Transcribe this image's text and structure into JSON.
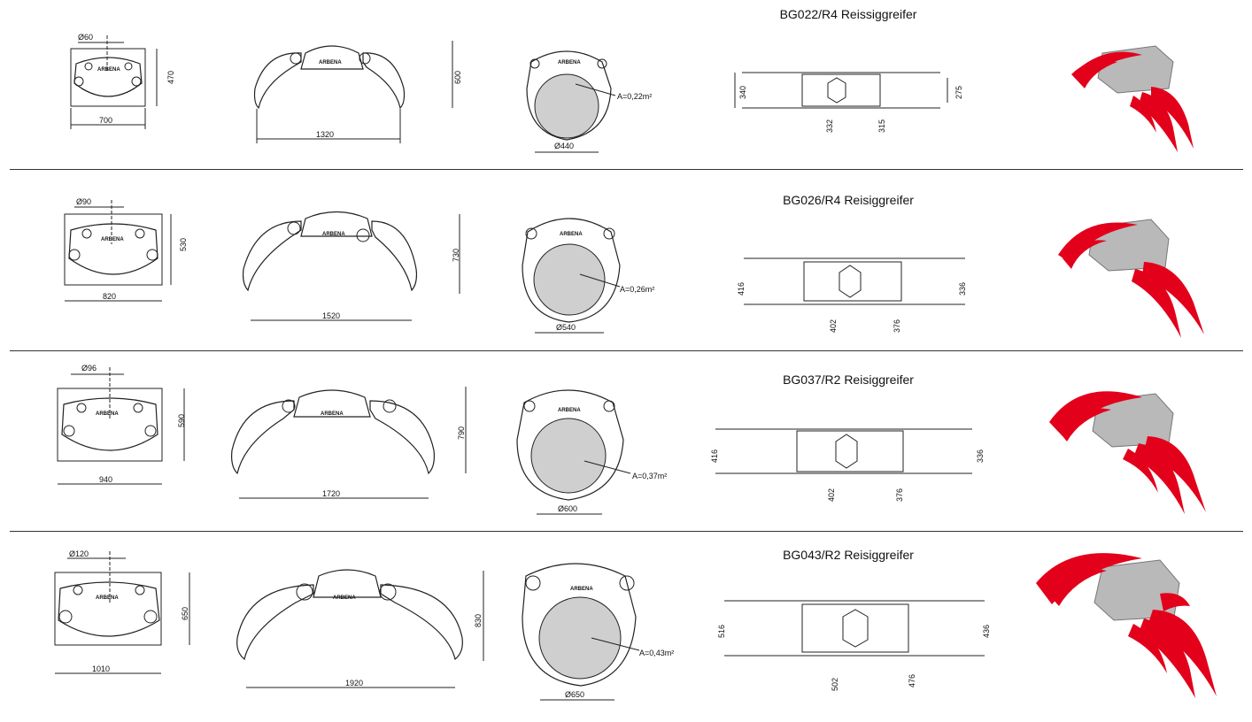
{
  "rows": [
    {
      "title": "BG022/R4 Reissiggreifer",
      "front": {
        "pin": "Ø60",
        "width": "700",
        "height": "470"
      },
      "side": {
        "span": "1320",
        "height": "600"
      },
      "opening": {
        "area": "A=0,22m²",
        "diameter": "Ø440"
      },
      "top": {
        "a": "340",
        "b": "275",
        "c": "332",
        "d": "315"
      }
    },
    {
      "title": "BG026/R4 Reisiggreifer",
      "front": {
        "pin": "Ø90",
        "width": "820",
        "height": "530"
      },
      "side": {
        "span": "1520",
        "height": "730"
      },
      "opening": {
        "area": "A=0,26m²",
        "diameter": "Ø540"
      },
      "top": {
        "a": "416",
        "b": "336",
        "c": "402",
        "d": "376"
      }
    },
    {
      "title": "BG037/R2 Reisiggreifer",
      "front": {
        "pin": "Ø96",
        "width": "940",
        "height": "590"
      },
      "side": {
        "span": "1720",
        "height": "790"
      },
      "opening": {
        "area": "A=0,37m²",
        "diameter": "Ø600"
      },
      "top": {
        "a": "416",
        "b": "336",
        "c": "402",
        "d": "376"
      }
    },
    {
      "title": "BG043/R2 Reisiggreifer",
      "front": {
        "pin": "Ø120",
        "width": "1010",
        "height": "650"
      },
      "side": {
        "span": "1920",
        "height": "830"
      },
      "opening": {
        "area": "A=0,43m²",
        "diameter": "Ø650"
      },
      "top": {
        "a": "516",
        "b": "436",
        "c": "502",
        "d": "476"
      }
    }
  ],
  "brand_plate": "ARBENA",
  "colors": {
    "line": "#1a1a1a",
    "accent": "#e3001b",
    "body_grey": "#b9b9b9"
  }
}
